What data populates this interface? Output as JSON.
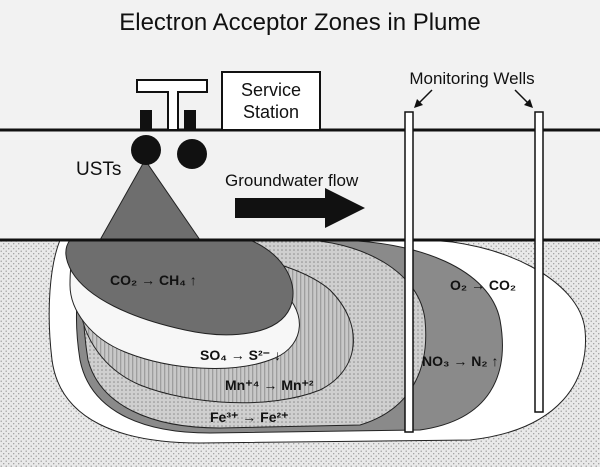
{
  "title": "Electron Acceptor Zones in Plume",
  "labels": {
    "service_station_line1": "Service",
    "service_station_line2": "Station",
    "monitoring_wells": "Monitoring Wells",
    "usts": "USTs",
    "groundwater_flow": "Groundwater flow"
  },
  "zones": [
    {
      "id": "methanogenic",
      "label": "CO₂ → CH₄ ↑"
    },
    {
      "id": "sulfate",
      "label": "SO₄ → S²⁻ ↓"
    },
    {
      "id": "manganese",
      "label": "Mn⁺⁴ → Mn⁺²"
    },
    {
      "id": "iron",
      "label": "Fe³⁺ → Fe²⁺"
    },
    {
      "id": "nitrate",
      "label": "NO₃ → N₂ ↑"
    },
    {
      "id": "aerobic",
      "label": "O₂ → CO₂"
    }
  ],
  "colors": {
    "sky": "#f2f2f2",
    "soil": "#e6e6e6",
    "methanogenic_zone": "#6e6e6e",
    "sulfate_zone": "#f7f7f7",
    "manganese_zone": "#bdbdbd",
    "iron_zone": "#d6d6d6",
    "nitrate_zone": "#8a8a8a",
    "aerobic_zone": "#ffffff",
    "ink": "#111111"
  }
}
